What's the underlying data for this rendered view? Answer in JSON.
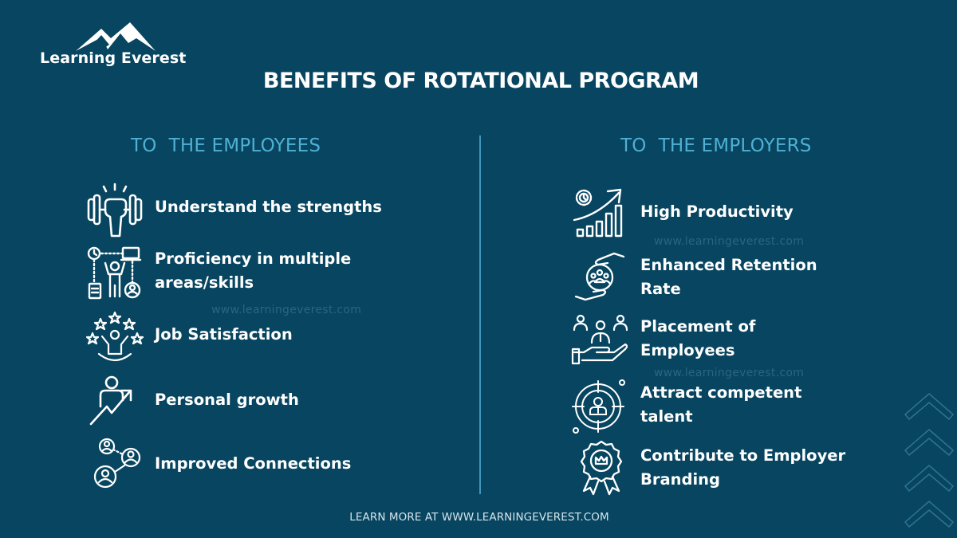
{
  "brand": {
    "name": "Learning Everest",
    "logo_icon": "mountain-icon"
  },
  "title": "BENEFITS OF ROTATIONAL PROGRAM",
  "columns": {
    "employees": {
      "heading": "TO  THE EMPLOYEES",
      "items": [
        {
          "label": "Understand the strengths",
          "icon": "dumbbell-fist-icon"
        },
        {
          "label_line1": "Proficiency in multiple",
          "label_line2": "areas/skills",
          "icon": "multitasking-person-icon"
        },
        {
          "label": "Job Satisfaction",
          "icon": "person-stars-icon"
        },
        {
          "label": "Personal growth",
          "icon": "person-growth-arrow-icon"
        },
        {
          "label": "Improved Connections",
          "icon": "network-users-icon"
        }
      ]
    },
    "employers": {
      "heading": "TO  THE EMPLOYERS",
      "items": [
        {
          "label": "High Productivity",
          "icon": "productivity-chart-gear-icon"
        },
        {
          "label_line1": "Enhanced Retention",
          "label_line2": "Rate",
          "icon": "hands-team-icon"
        },
        {
          "label_line1": "Placement of",
          "label_line2": "Employees",
          "icon": "hand-employees-icon"
        },
        {
          "label_line1": "Attract competent",
          "label_line2": "talent",
          "icon": "target-person-icon"
        },
        {
          "label_line1": "Contribute to Employer",
          "label_line2": "Branding",
          "icon": "award-badge-crown-icon"
        }
      ]
    }
  },
  "watermarks": [
    "www.learningeverest.com",
    "www.learningeverest.com",
    "www.learningeverest.com"
  ],
  "footer": "LEARN MORE AT WWW.LEARNINGEVEREST.COM",
  "colors": {
    "background": "#074560",
    "heading_accent": "#4fb0d4",
    "divider": "#3e97bb",
    "text": "#ffffff"
  }
}
